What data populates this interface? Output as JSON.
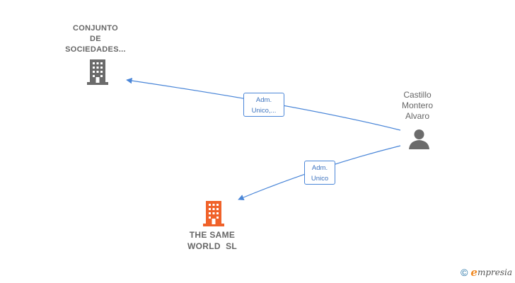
{
  "nodes": {
    "conjunto": {
      "label_lines": [
        "CONJUNTO",
        "DE",
        "SOCIEDADES..."
      ],
      "icon": "building-icon",
      "color": "#6b6b6b"
    },
    "same_world": {
      "label_lines": [
        "THE SAME",
        "WORLD  SL"
      ],
      "icon": "building-icon",
      "color": "#f0622a"
    },
    "castillo": {
      "label_lines": [
        "Castillo",
        "Montero",
        "Alvaro"
      ],
      "icon": "person-icon",
      "color": "#6b6b6b"
    }
  },
  "edges": [
    {
      "from": "castillo",
      "to": "conjunto",
      "label_lines": [
        "Adm.",
        "Unico,..."
      ]
    },
    {
      "from": "castillo",
      "to": "same_world",
      "label_lines": [
        "Adm.",
        "Unico"
      ]
    }
  ],
  "colors": {
    "edge": "#4a86d8",
    "brand": "#f08a24",
    "copyright": "#1f6fa3"
  },
  "footer": {
    "copyright_symbol": "©",
    "brand_initial": "e",
    "brand_rest": "mpresia"
  }
}
